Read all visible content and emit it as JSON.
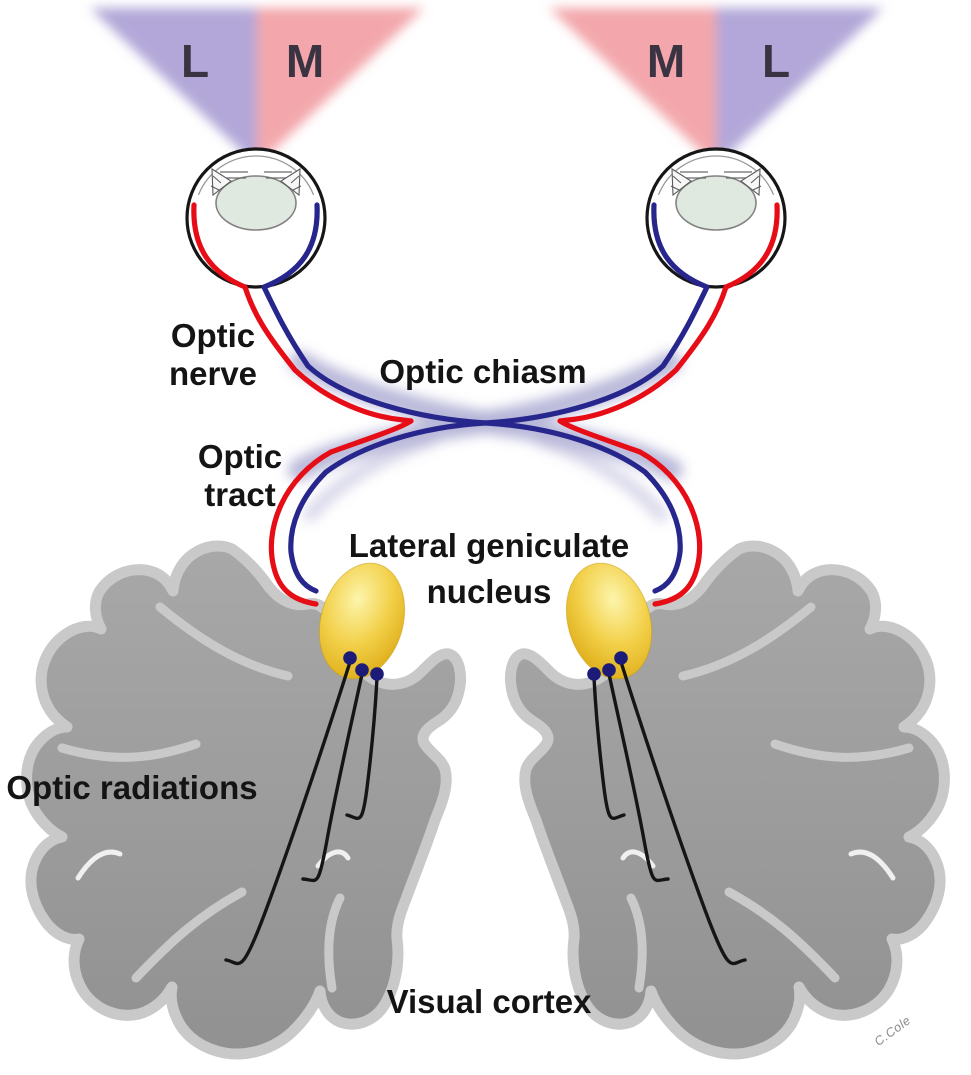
{
  "visual_fields": {
    "left": {
      "lateral": "L",
      "medial": "M"
    },
    "right": {
      "medial": "M",
      "lateral": "L"
    },
    "lateral_field_color": "#b2a7d8",
    "medial_field_color": "#f3a7ac"
  },
  "labels": {
    "optic_nerve": "Optic nerve",
    "optic_chiasm": "Optic chiasm",
    "optic_tract": "Optic tract",
    "lateral_geniculate_nucleus": "Lateral geniculate nucleus",
    "optic_radiations": "Optic radiations",
    "visual_cortex": "Visual cortex"
  },
  "signature": "C.Cole",
  "colors": {
    "uncrossed_fiber_red": "#e60d17",
    "crossed_fiber_blue": "#26268c",
    "chiasm_shadow_lavender": "#b3b1d6",
    "lgn_gold": "#e8c33a",
    "lgn_dot_navy": "#1c1c78",
    "brain_gray": "#9b9b9b",
    "brain_outline_gray": "#c9c9c9",
    "lens_green": "#e0e9e0"
  }
}
